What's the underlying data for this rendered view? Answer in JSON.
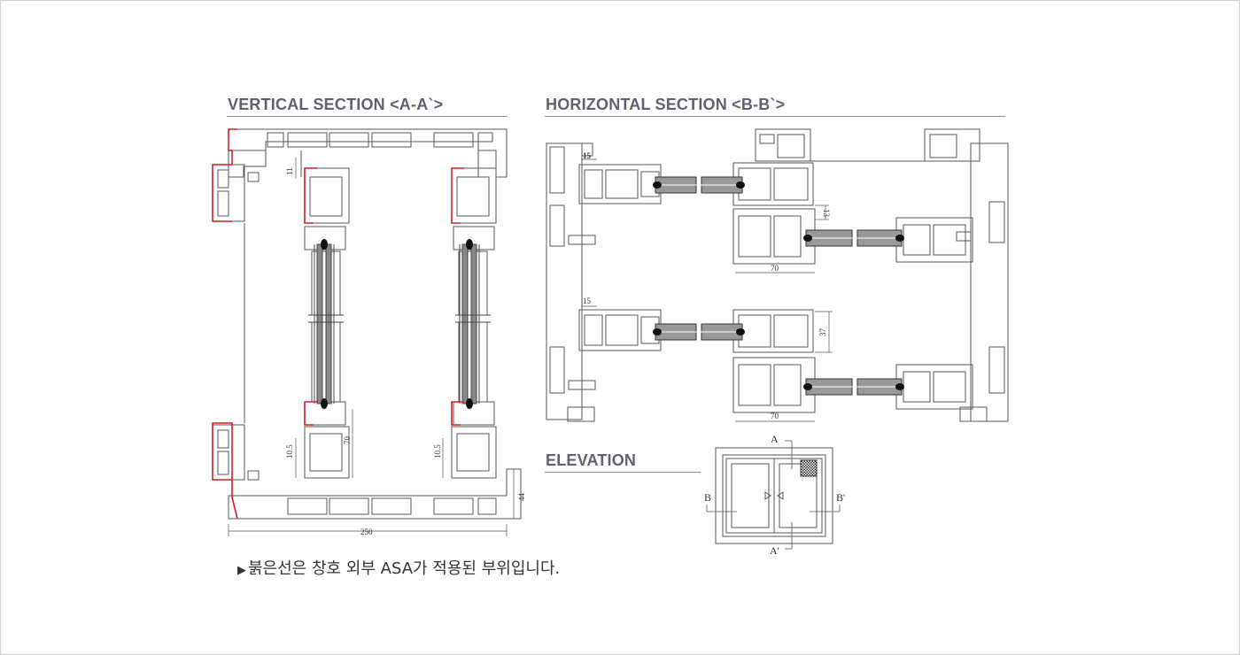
{
  "headings": {
    "vertical": "VERTICAL SECTION <A-A`>",
    "horizontal": "HORIZONTAL SECTION <B-B`>",
    "elevation": "ELEVATION"
  },
  "vertical_dims": {
    "d11": "11",
    "d105_left": "10.5",
    "d105_right": "10.5",
    "d70": "70",
    "d44": "44",
    "d250": "250"
  },
  "horizontal_dims": {
    "d15_top": "15",
    "d13": "13",
    "d70_top": "70",
    "d15_bottom": "15",
    "d37": "37",
    "d70_bottom": "70"
  },
  "elevation_labels": {
    "a": "A",
    "a_prime": "A'",
    "b": "B",
    "b_prime": "B'"
  },
  "note": {
    "marker": "▶",
    "text": "붉은선은 창호 외부 ASA가 적용된 부위입니다."
  },
  "colors": {
    "outline": "#555555",
    "asa_red": "#cc2222",
    "heading": "#5f6170",
    "rule": "#8d8f96"
  }
}
